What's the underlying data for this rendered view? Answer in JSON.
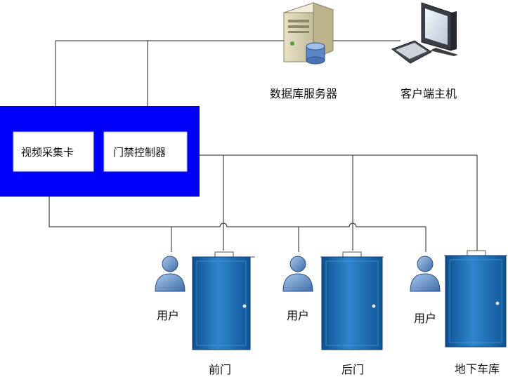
{
  "nodes": {
    "db_server": {
      "label": "数据库服务器"
    },
    "client": {
      "label": "客户端主机"
    },
    "video_card": {
      "label": "视频采集卡"
    },
    "access_controller": {
      "label": "门禁控制器"
    },
    "user_front": {
      "label": "用户"
    },
    "user_back": {
      "label": "用户"
    },
    "user_garage": {
      "label": "用户"
    },
    "door_front": {
      "label": "前门"
    },
    "door_back": {
      "label": "后门"
    },
    "door_garage": {
      "label": "地下车库"
    }
  },
  "edges": [
    {
      "from": "video_card",
      "to": "db_server"
    },
    {
      "from": "access_controller",
      "to": "db_server"
    },
    {
      "from": "db_server",
      "to": "client"
    },
    {
      "from": "access_controller",
      "to": "door_front"
    },
    {
      "from": "access_controller",
      "to": "door_back"
    },
    {
      "from": "access_controller",
      "to": "door_garage"
    },
    {
      "from": "video_card",
      "to": "user_front"
    },
    {
      "from": "video_card",
      "to": "user_back"
    },
    {
      "from": "video_card",
      "to": "user_garage"
    }
  ],
  "colors": {
    "panel": "#0000ff",
    "line": "#222222",
    "door": "#1e6fb4",
    "person": "#5b87c0"
  }
}
